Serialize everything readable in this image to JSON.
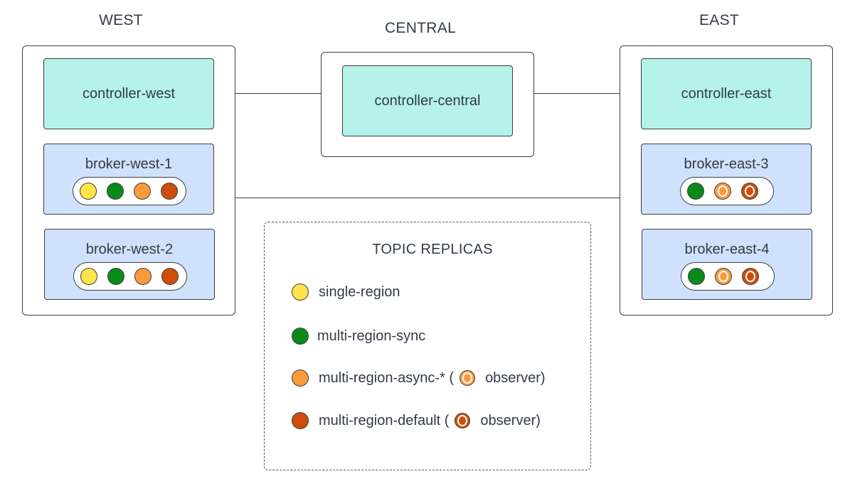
{
  "regions": {
    "west": {
      "label": "WEST"
    },
    "central": {
      "label": "CENTRAL"
    },
    "east": {
      "label": "EAST"
    }
  },
  "controllers": {
    "west": "controller-west",
    "central": "controller-central",
    "east": "controller-east"
  },
  "brokers": {
    "west_1": "broker-west-1",
    "west_2": "broker-west-2",
    "east_3": "broker-east-3",
    "east_4": "broker-east-4"
  },
  "legend": {
    "title": "TOPIC REPLICAS",
    "single_region": "single-region",
    "multi_region_sync": "multi-region-sync",
    "multi_region_async": "multi-region-async-* (",
    "multi_region_async_suffix": "observer)",
    "multi_region_default": "multi-region-default (",
    "multi_region_default_suffix": "observer)"
  },
  "colors": {
    "single_region": "#ffe44c",
    "multi_region_sync": "#0b8a1a",
    "multi_region_async": "#fd9a3b",
    "multi_region_default": "#cf4d0b",
    "controller_fill": "#b5f2ea",
    "broker_fill": "#cfe1fc"
  }
}
